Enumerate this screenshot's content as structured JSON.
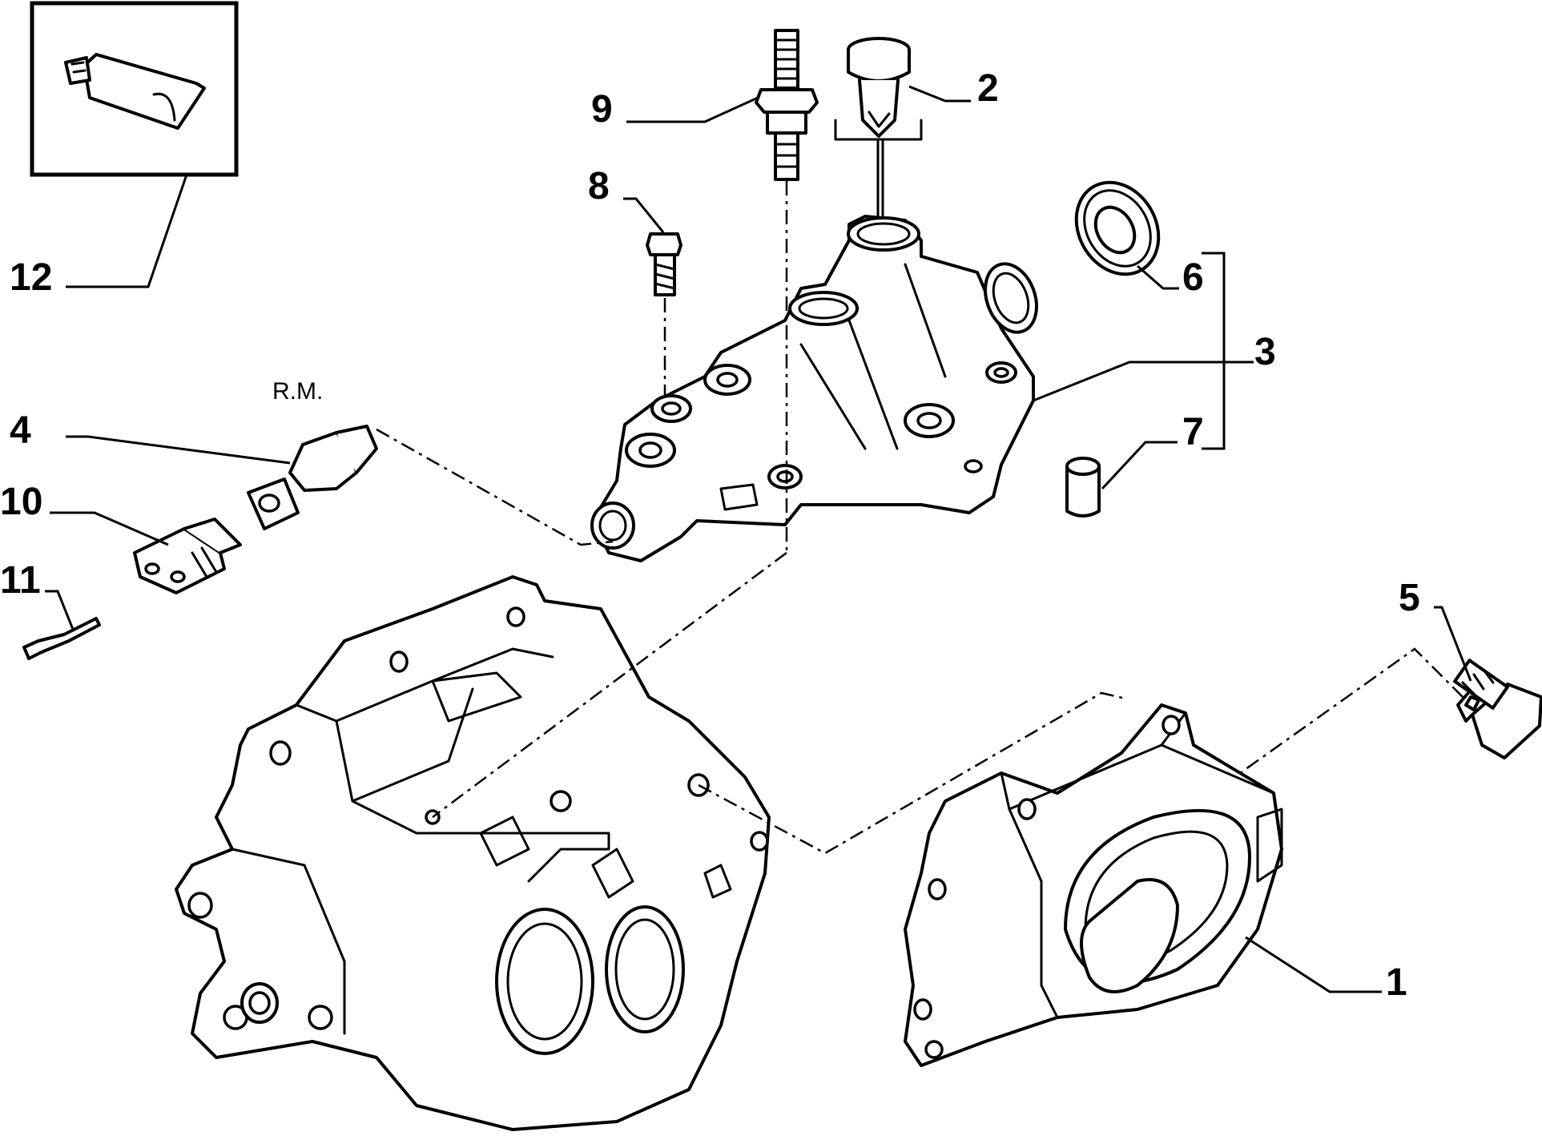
{
  "labels": {
    "p1": "1",
    "p2": "2",
    "p3": "3",
    "p4": "4",
    "p5": "5",
    "p6": "6",
    "p7": "7",
    "p8": "8",
    "p9": "9",
    "p10": "10",
    "p11": "11",
    "p12": "12",
    "rm": "R.M."
  },
  "colors": {
    "line": "#000000",
    "background": "#ffffff"
  }
}
